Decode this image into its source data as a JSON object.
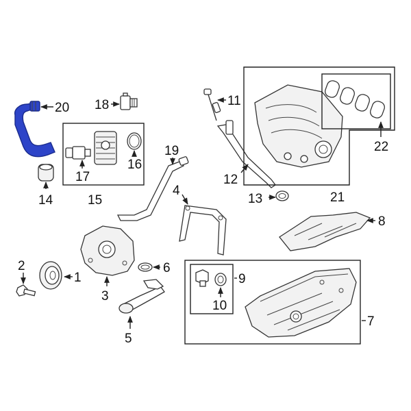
{
  "diagram": {
    "callouts": [
      {
        "id": "c1",
        "label": "1"
      },
      {
        "id": "c2",
        "label": "2"
      },
      {
        "id": "c3",
        "label": "3"
      },
      {
        "id": "c4",
        "label": "4"
      },
      {
        "id": "c5",
        "label": "5"
      },
      {
        "id": "c6",
        "label": "6"
      },
      {
        "id": "c7",
        "label": "7"
      },
      {
        "id": "c8",
        "label": "8"
      },
      {
        "id": "c9",
        "label": "9"
      },
      {
        "id": "c10",
        "label": "10"
      },
      {
        "id": "c11",
        "label": "11"
      },
      {
        "id": "c12",
        "label": "12"
      },
      {
        "id": "c13",
        "label": "13"
      },
      {
        "id": "c14",
        "label": "14"
      },
      {
        "id": "c15",
        "label": "15"
      },
      {
        "id": "c16",
        "label": "16"
      },
      {
        "id": "c17",
        "label": "17"
      },
      {
        "id": "c18",
        "label": "18"
      },
      {
        "id": "c19",
        "label": "19"
      },
      {
        "id": "c20",
        "label": "20"
      },
      {
        "id": "c21",
        "label": "21"
      },
      {
        "id": "c22",
        "label": "22"
      }
    ],
    "highlight_color": "#2d44c8"
  }
}
